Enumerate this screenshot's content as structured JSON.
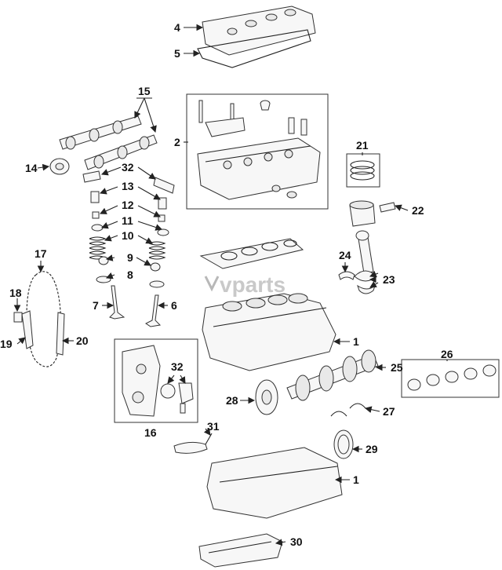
{
  "watermark": "vparts",
  "colors": {
    "line": "#222222",
    "part_fill": "#f7f7f7",
    "label": "#111111",
    "watermark": "#b8b8b8"
  },
  "callouts": {
    "c1a": "1",
    "c1b": "1",
    "c2": "2",
    "c4": "4",
    "c5": "5",
    "c6": "6",
    "c7": "7",
    "c8": "8",
    "c9": "9",
    "c10a": "10",
    "c10b": "10",
    "c11a": "11",
    "c11b": "11",
    "c12a": "12",
    "c12b": "12",
    "c13a": "13",
    "c13b": "13",
    "c14": "14",
    "c15": "15",
    "c16": "16",
    "c17": "17",
    "c18": "18",
    "c19": "19",
    "c20": "20",
    "c21": "21",
    "c22": "22",
    "c23": "23",
    "c24": "24",
    "c25": "25",
    "c26": "26",
    "c27": "27",
    "c28": "28",
    "c29": "29",
    "c30": "30",
    "c31": "31",
    "c32a": "32",
    "c32b": "32"
  }
}
